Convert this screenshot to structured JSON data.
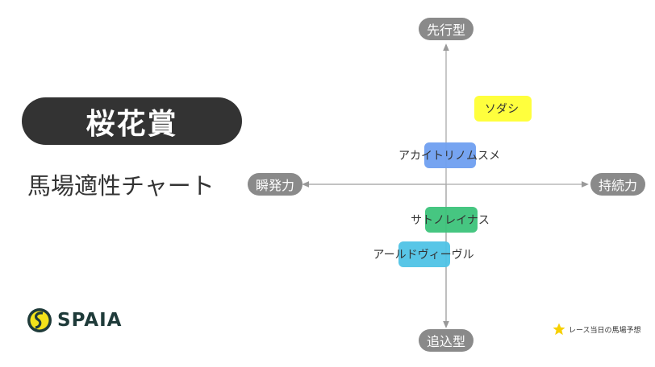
{
  "title": "桜花賞",
  "subtitle": "馬場適性チャート",
  "axes": {
    "top": "先行型",
    "bottom": "追込型",
    "left": "瞬発力",
    "right": "持続力"
  },
  "horses": [
    {
      "name": "ソダシ",
      "color": "#ffff33"
    },
    {
      "name": "アカイトリノムスメ",
      "color": "#6f9ff0"
    },
    {
      "name": "サトノレイナス",
      "color": "#3cc37a"
    },
    {
      "name": "アールドヴィーヴル",
      "color": "#4fc3e6"
    }
  ],
  "logo": "SPAIA",
  "legend": {
    "icon": "star-icon",
    "label": "レース当日の馬場予想"
  }
}
